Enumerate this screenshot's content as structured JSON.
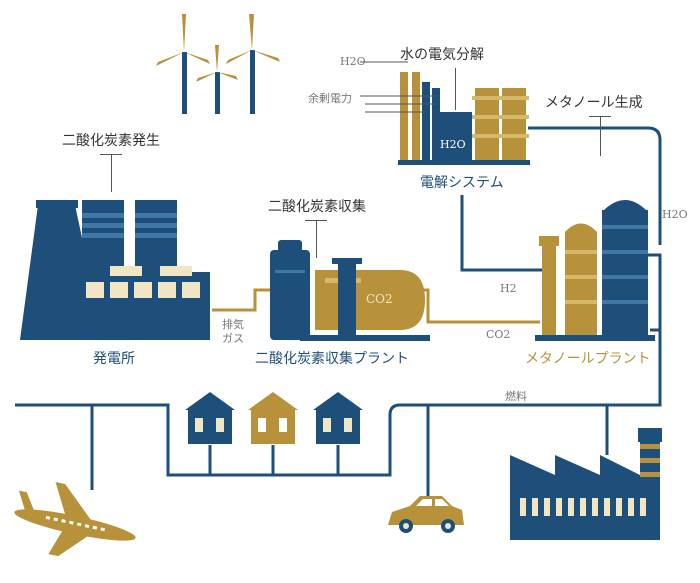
{
  "labels": {
    "co2_generation": "二酸化炭素発生",
    "co2_capture": "二酸化炭素収集",
    "electrolysis": "水の電気分解",
    "methanol_synthesis": "メタノール生成",
    "power_plant": "発電所",
    "capture_plant": "二酸化炭素収集プラント",
    "electrolysis_system": "電解システム",
    "methanol_plant": "メタノールプラント",
    "exhaust_gas": "排気\nガス",
    "surplus_power": "余剰電力",
    "h2o_in": "H2O",
    "h2": "H2",
    "co2_flow": "CO2",
    "h2o_out": "H2O",
    "fuel": "燃料",
    "tank_co2": "CO2",
    "tank_h2o": "H2O"
  },
  "colors": {
    "navy": "#1e4f7a",
    "light_blue": "#3f78a6",
    "gold": "#b8923a",
    "cream": "#f1e6c4"
  }
}
